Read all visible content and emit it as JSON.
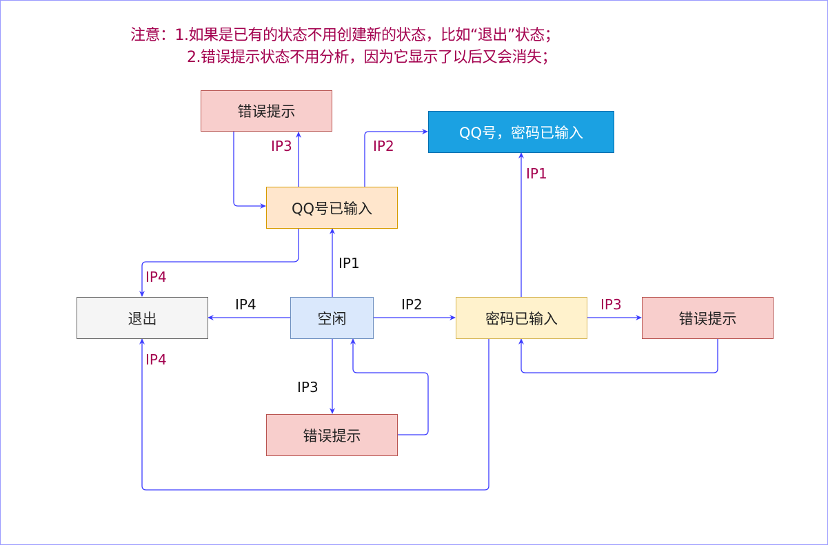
{
  "note": {
    "line1": "注意：1.如果是已有的状态不用创建新的状态，比如“退出”状态；",
    "line2": "2.错误提示状态不用分析，因为它显示了以后又会消失；"
  },
  "nodes": {
    "error_top": "错误提示",
    "qq_pwd_entered": "QQ号，密码已输入",
    "qq_entered": "QQ号已输入",
    "exit": "退出",
    "idle": "空闲",
    "pwd_entered": "密码已输入",
    "error_right": "错误提示",
    "error_bottom": "错误提示"
  },
  "edge_labels": {
    "qq_to_error": "IP3",
    "qq_to_full": "IP2",
    "pwd_to_full": "IP1",
    "qq_to_exit": "IP4",
    "idle_to_qq": "IP1",
    "idle_to_exit": "IP4",
    "idle_to_pwd": "IP2",
    "pwd_to_error": "IP3",
    "idle_to_error": "IP3",
    "pwd_to_exit": "IP4"
  },
  "colors": {
    "edge": "#3b3bff",
    "note": "#a3004e"
  }
}
